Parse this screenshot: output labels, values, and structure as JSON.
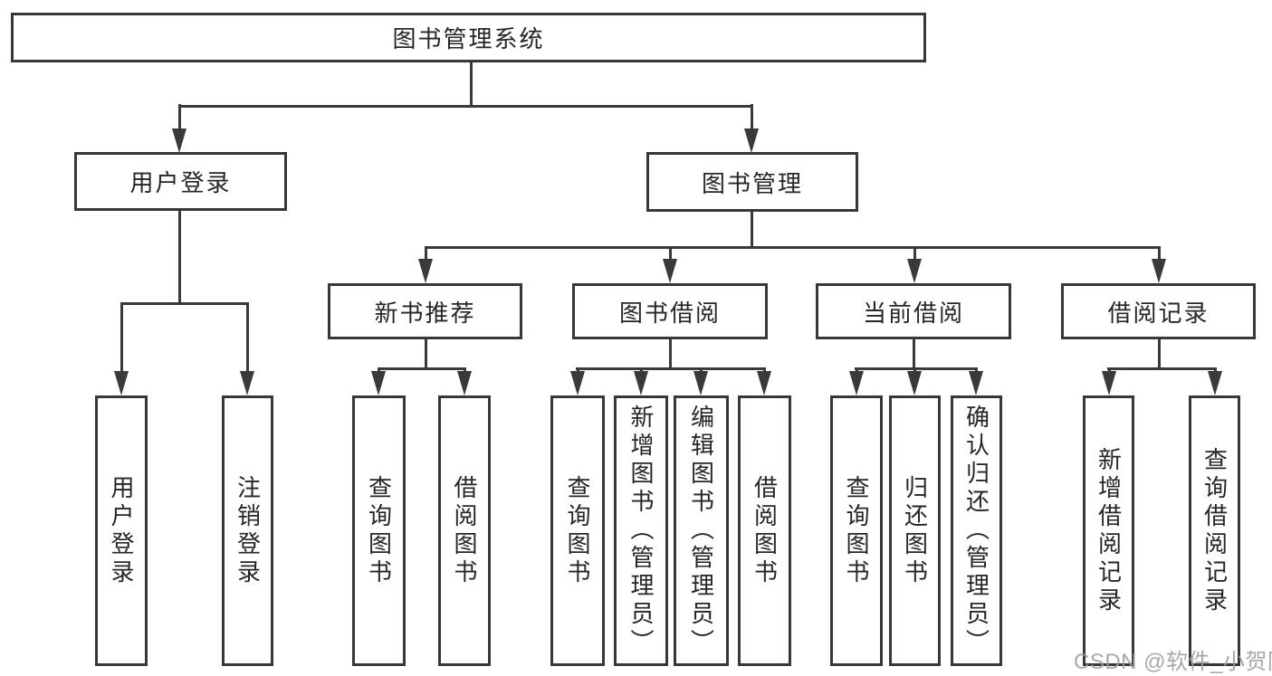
{
  "diagram": {
    "title": "图书管理系统",
    "watermark": "CSDN @软件_小贺同学",
    "colors": {
      "background": "#ffffff",
      "box_border": "#383838",
      "box_fill": "#ffffff",
      "line": "#3a3a3a",
      "text": "#262626",
      "watermark": "#9e9e9e"
    },
    "nodes": [
      {
        "id": "sys",
        "label": "图书管理系统",
        "level": 1
      },
      {
        "id": "login",
        "label": "用户登录",
        "level": 2
      },
      {
        "id": "mgmt",
        "label": "图书管理",
        "level": 2
      },
      {
        "id": "rec",
        "label": "新书推荐",
        "level": 3
      },
      {
        "id": "borrow",
        "label": "图书借阅",
        "level": 3
      },
      {
        "id": "current",
        "label": "当前借阅",
        "level": 3
      },
      {
        "id": "records",
        "label": "借阅记录",
        "level": 3
      },
      {
        "id": "login-user",
        "label": "用户登录",
        "level": 4
      },
      {
        "id": "login-logout",
        "label": "注销登录",
        "level": 4
      },
      {
        "id": "rec-query",
        "label": "查询图书",
        "level": 4
      },
      {
        "id": "rec-borrow",
        "label": "借阅图书",
        "level": 4
      },
      {
        "id": "borrow-query",
        "label": "查询图书",
        "level": 4
      },
      {
        "id": "borrow-add",
        "label": "新增图书（管理员）",
        "level": 4
      },
      {
        "id": "borrow-edit",
        "label": "编辑图书（管理员）",
        "level": 4
      },
      {
        "id": "borrow-borrow",
        "label": "借阅图书",
        "level": 4
      },
      {
        "id": "current-query",
        "label": "查询图书",
        "level": 4
      },
      {
        "id": "current-return",
        "label": "归还图书",
        "level": 4
      },
      {
        "id": "current-confirm",
        "label": "确认归还（管理员）",
        "level": 4
      },
      {
        "id": "records-add",
        "label": "新增借阅记录",
        "level": 4
      },
      {
        "id": "records-query",
        "label": "查询借阅记录",
        "level": 4
      }
    ],
    "edges": [
      [
        "sys",
        "login"
      ],
      [
        "sys",
        "mgmt"
      ],
      [
        "login",
        "login-user"
      ],
      [
        "login",
        "login-logout"
      ],
      [
        "mgmt",
        "rec"
      ],
      [
        "mgmt",
        "borrow"
      ],
      [
        "mgmt",
        "current"
      ],
      [
        "mgmt",
        "records"
      ],
      [
        "rec",
        "rec-query"
      ],
      [
        "rec",
        "rec-borrow"
      ],
      [
        "borrow",
        "borrow-query"
      ],
      [
        "borrow",
        "borrow-add"
      ],
      [
        "borrow",
        "borrow-edit"
      ],
      [
        "borrow",
        "borrow-borrow"
      ],
      [
        "current",
        "current-query"
      ],
      [
        "current",
        "current-return"
      ],
      [
        "current",
        "current-confirm"
      ],
      [
        "records",
        "records-add"
      ],
      [
        "records",
        "records-query"
      ]
    ]
  }
}
